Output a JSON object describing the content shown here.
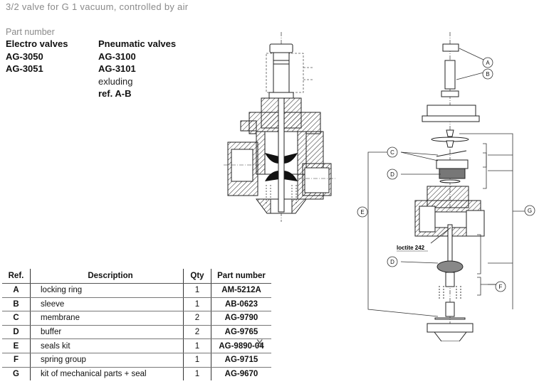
{
  "document": {
    "title": "3/2 valve for G 1 vacuum, controlled by air",
    "part_number_label": "Part number",
    "electro": {
      "heading": "Electro valves",
      "items": [
        "AG-3050",
        "AG-3051"
      ]
    },
    "pneumatic": {
      "heading": "Pneumatic valves",
      "items": [
        "AG-3100",
        "AG-3101"
      ],
      "note": "exluding",
      "note_ref": "ref. A-B"
    }
  },
  "table": {
    "headers": [
      "Ref.",
      "Description",
      "Qty",
      "Part number"
    ],
    "rows": [
      {
        "ref": "A",
        "description": "locking ring",
        "qty": "1",
        "part_number": "AM-5212A"
      },
      {
        "ref": "B",
        "description": "sleeve",
        "qty": "1",
        "part_number": "AB-0623"
      },
      {
        "ref": "C",
        "description": "membrane",
        "qty": "2",
        "part_number": "AG-9790"
      },
      {
        "ref": "D",
        "description": "buffer",
        "qty": "2",
        "part_number": "AG-9765"
      },
      {
        "ref": "E",
        "description": "seals kit",
        "qty": "1",
        "part_number": "AG-9890-04"
      },
      {
        "ref": "F",
        "description": "spring group",
        "qty": "1",
        "part_number": "AG-9715"
      },
      {
        "ref": "G",
        "description": "kit of mechanical parts + seal",
        "qty": "1",
        "part_number": "AG-9670"
      }
    ],
    "handwritten_mark": "X"
  },
  "exploded_view": {
    "callouts": [
      "A",
      "B",
      "C",
      "D",
      "D",
      "E",
      "F",
      "G"
    ],
    "annotation": "loctite 242"
  }
}
